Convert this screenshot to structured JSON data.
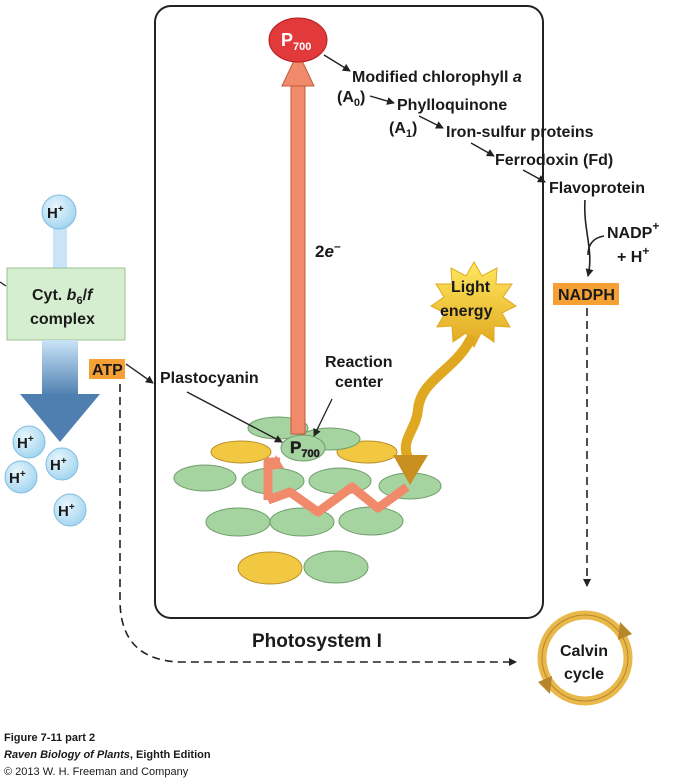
{
  "photosystem": {
    "title": "Photosystem I",
    "p700_top": {
      "main": "P",
      "sub": "700"
    },
    "p700_center": {
      "main": "P",
      "sub": "700"
    },
    "electron_label": {
      "num": "2",
      "e": "e",
      "sup": "–"
    },
    "reaction_center": [
      "Reaction",
      "center"
    ],
    "plastocyanin": "Plastocyanin",
    "light_energy": [
      "Light",
      "energy"
    ]
  },
  "chain": {
    "modified_chlorophyll": {
      "text": "Modified chlorophyll ",
      "italic": "a"
    },
    "a0": {
      "open": "(A",
      "sub": "0",
      "close": ")"
    },
    "phylloquinone": "Phylloquinone",
    "a1": {
      "open": "(A",
      "sub": "1",
      "close": ")"
    },
    "iron_sulfur": "Iron-sulfur proteins",
    "ferredoxin": "Ferrodoxin (Fd)",
    "flavoprotein": "Flavoprotein"
  },
  "nadp": {
    "nadp": "NADP",
    "plus": "+",
    "h_plus": "+ H",
    "h_sup": "+",
    "nadph": "NADPH"
  },
  "cytochrome": {
    "line1": {
      "pre": "Cyt. ",
      "b": "b",
      "sub": "6",
      "post": "/",
      "f": "f"
    },
    "line2": "complex"
  },
  "atp": "ATP",
  "protons": {
    "symbol": "H",
    "charge": "+"
  },
  "calvin": [
    "Calvin",
    "cycle"
  ],
  "caption": {
    "figure": "Figure 7-11 part 2",
    "book_italic": "Raven Biology of Plants",
    "book_edition": ", Eighth Edition",
    "copyright": "© 2013 W. H. Freeman and Company"
  },
  "colors": {
    "orange_arrow": "#f08a6a",
    "p700_red": "#e23a3a",
    "disc_green": "#a6d4a0",
    "disc_yellow": "#f2c842",
    "light_burst": "#ffe35a",
    "cyt_box": "#d6eed0",
    "nadph_label": "#f5a035",
    "proton_bubble": "#bde4f7",
    "calvin_ring": "#e8b84a",
    "arrow_black": "#222222"
  }
}
